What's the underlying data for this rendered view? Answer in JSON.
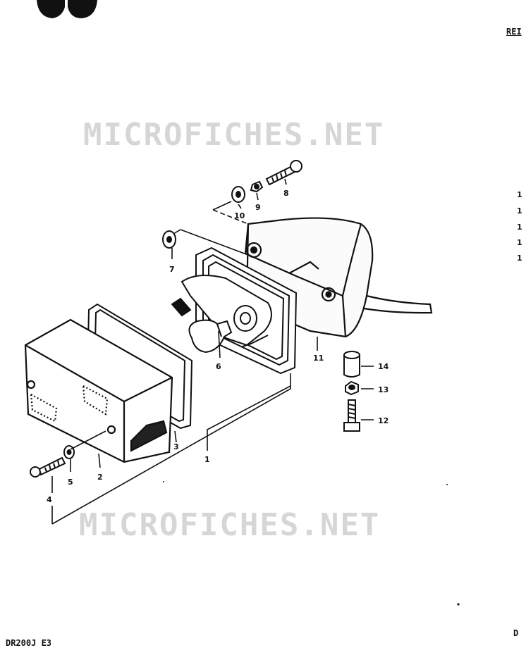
{
  "header": {
    "ref_label": "REI"
  },
  "footer": {
    "model": "DR200J E3",
    "page_letter": "D"
  },
  "watermarks": [
    "MICROFICHES.NET",
    "MICROFICHES.NET"
  ],
  "right_margin_marks": [
    "1",
    "1",
    "1",
    "1",
    "1"
  ],
  "parts": [
    {
      "number": "1"
    },
    {
      "number": "2"
    },
    {
      "number": "3"
    },
    {
      "number": "4"
    },
    {
      "number": "5"
    },
    {
      "number": "6"
    },
    {
      "number": "7"
    },
    {
      "number": "8"
    },
    {
      "number": "9"
    },
    {
      "number": "10"
    },
    {
      "number": "11"
    },
    {
      "number": "12"
    },
    {
      "number": "13"
    },
    {
      "number": "14"
    }
  ]
}
